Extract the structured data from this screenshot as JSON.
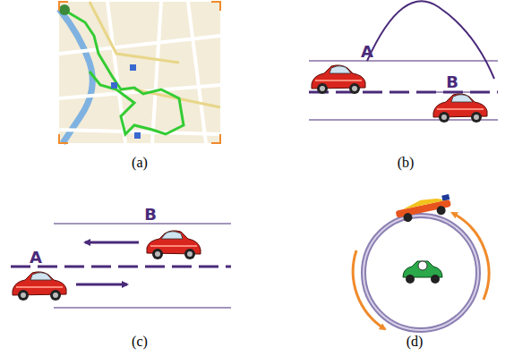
{
  "diagram": {
    "labels": [
      "(a)",
      "A",
      "B",
      "(b)",
      "A",
      "B",
      "(c)",
      "(d)"
    ]
  }
}
